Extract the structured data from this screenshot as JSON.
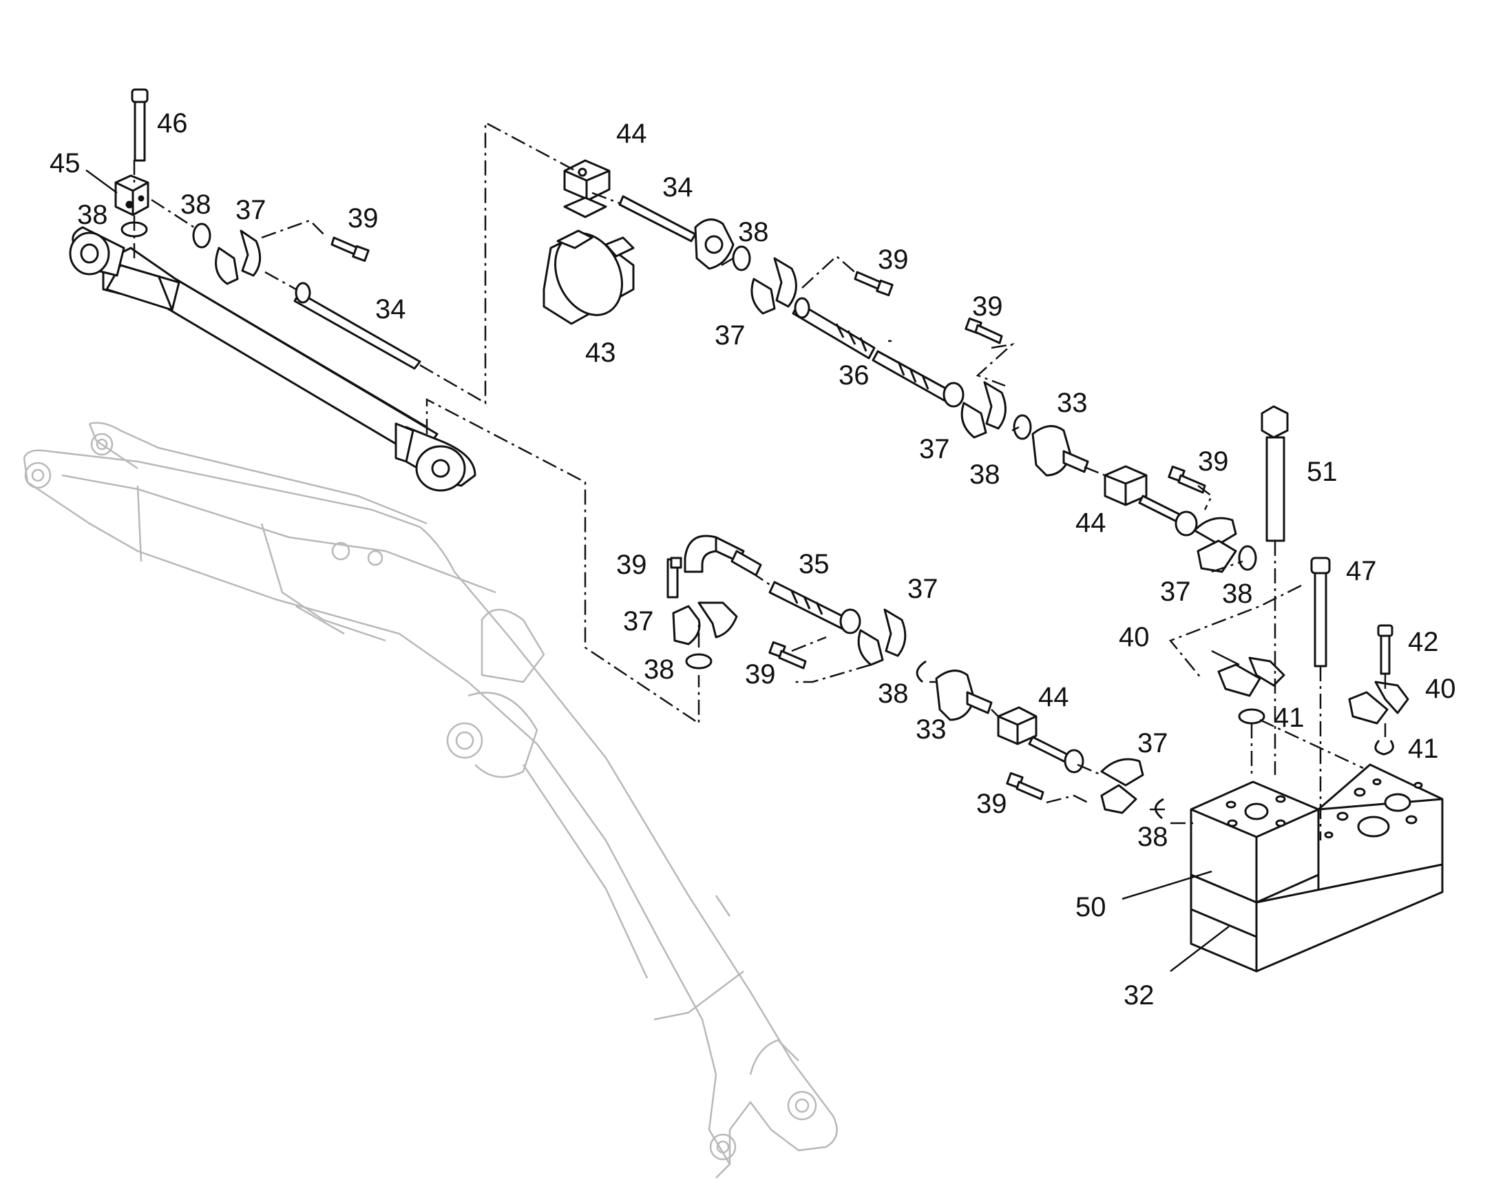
{
  "diagram": {
    "labels": [
      {
        "id": "46",
        "text": "46"
      },
      {
        "id": "45",
        "text": "45"
      },
      {
        "id": "38a",
        "text": "38"
      },
      {
        "id": "38b",
        "text": "38"
      },
      {
        "id": "37a",
        "text": "37"
      },
      {
        "id": "39a",
        "text": "39"
      },
      {
        "id": "34a",
        "text": "34"
      },
      {
        "id": "44a",
        "text": "44"
      },
      {
        "id": "34b",
        "text": "34"
      },
      {
        "id": "38c",
        "text": "38"
      },
      {
        "id": "39b",
        "text": "39"
      },
      {
        "id": "43",
        "text": "43"
      },
      {
        "id": "37b",
        "text": "37"
      },
      {
        "id": "39c",
        "text": "39"
      },
      {
        "id": "36",
        "text": "36"
      },
      {
        "id": "33a",
        "text": "33"
      },
      {
        "id": "37c",
        "text": "37"
      },
      {
        "id": "38d",
        "text": "38"
      },
      {
        "id": "39d",
        "text": "39"
      },
      {
        "id": "51",
        "text": "51"
      },
      {
        "id": "44b",
        "text": "44"
      },
      {
        "id": "37d",
        "text": "37"
      },
      {
        "id": "38e",
        "text": "38"
      },
      {
        "id": "47",
        "text": "47"
      },
      {
        "id": "39e",
        "text": "39"
      },
      {
        "id": "35",
        "text": "35"
      },
      {
        "id": "37e",
        "text": "37"
      },
      {
        "id": "37f",
        "text": "37"
      },
      {
        "id": "40a",
        "text": "40"
      },
      {
        "id": "42",
        "text": "42"
      },
      {
        "id": "38f",
        "text": "38"
      },
      {
        "id": "39f",
        "text": "39"
      },
      {
        "id": "38g",
        "text": "38"
      },
      {
        "id": "44c",
        "text": "44"
      },
      {
        "id": "40b",
        "text": "40"
      },
      {
        "id": "33b",
        "text": "33"
      },
      {
        "id": "41a",
        "text": "41"
      },
      {
        "id": "37g",
        "text": "37"
      },
      {
        "id": "41b",
        "text": "41"
      },
      {
        "id": "39g",
        "text": "39"
      },
      {
        "id": "38h",
        "text": "38"
      },
      {
        "id": "50",
        "text": "50"
      },
      {
        "id": "32",
        "text": "32"
      }
    ]
  }
}
